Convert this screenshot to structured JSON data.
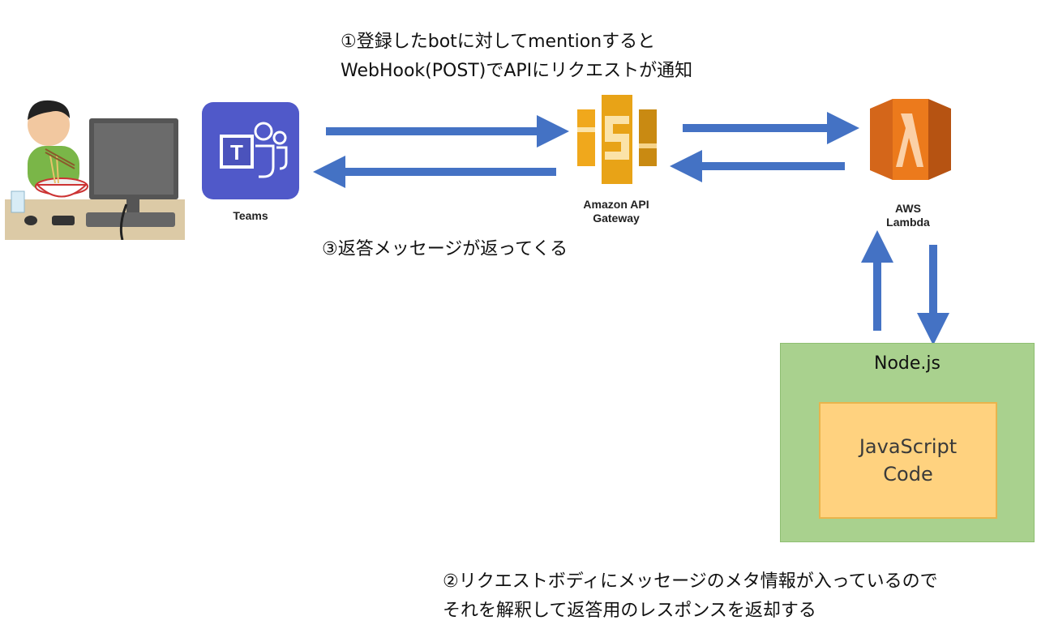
{
  "notes": {
    "step1_line1": "①登録したbotに対してmentionすると",
    "step1_line2": "WebHook(POST)でAPIにリクエストが通知",
    "step3": "③返答メッセージが返ってくる",
    "step2_line1": "②リクエストボディにメッセージのメタ情報が入っているので",
    "step2_line2": "それを解釈して返答用のレスポンスを返却する"
  },
  "nodes": {
    "teams": {
      "label": "Teams",
      "icon_letter": "T",
      "color": "#5059c9"
    },
    "api_gateway": {
      "label_line1": "Amazon API",
      "label_line2": "Gateway",
      "color": "#e8a317"
    },
    "lambda": {
      "label_line1": "AWS",
      "label_line2": "Lambda",
      "color": "#ec7a1c"
    }
  },
  "runtime": {
    "title": "Node.js",
    "code": "JavaScript\nCode"
  },
  "colors": {
    "arrow": "#4472c4",
    "node_box": "#a9d18e",
    "code_box": "#ffd27f"
  }
}
